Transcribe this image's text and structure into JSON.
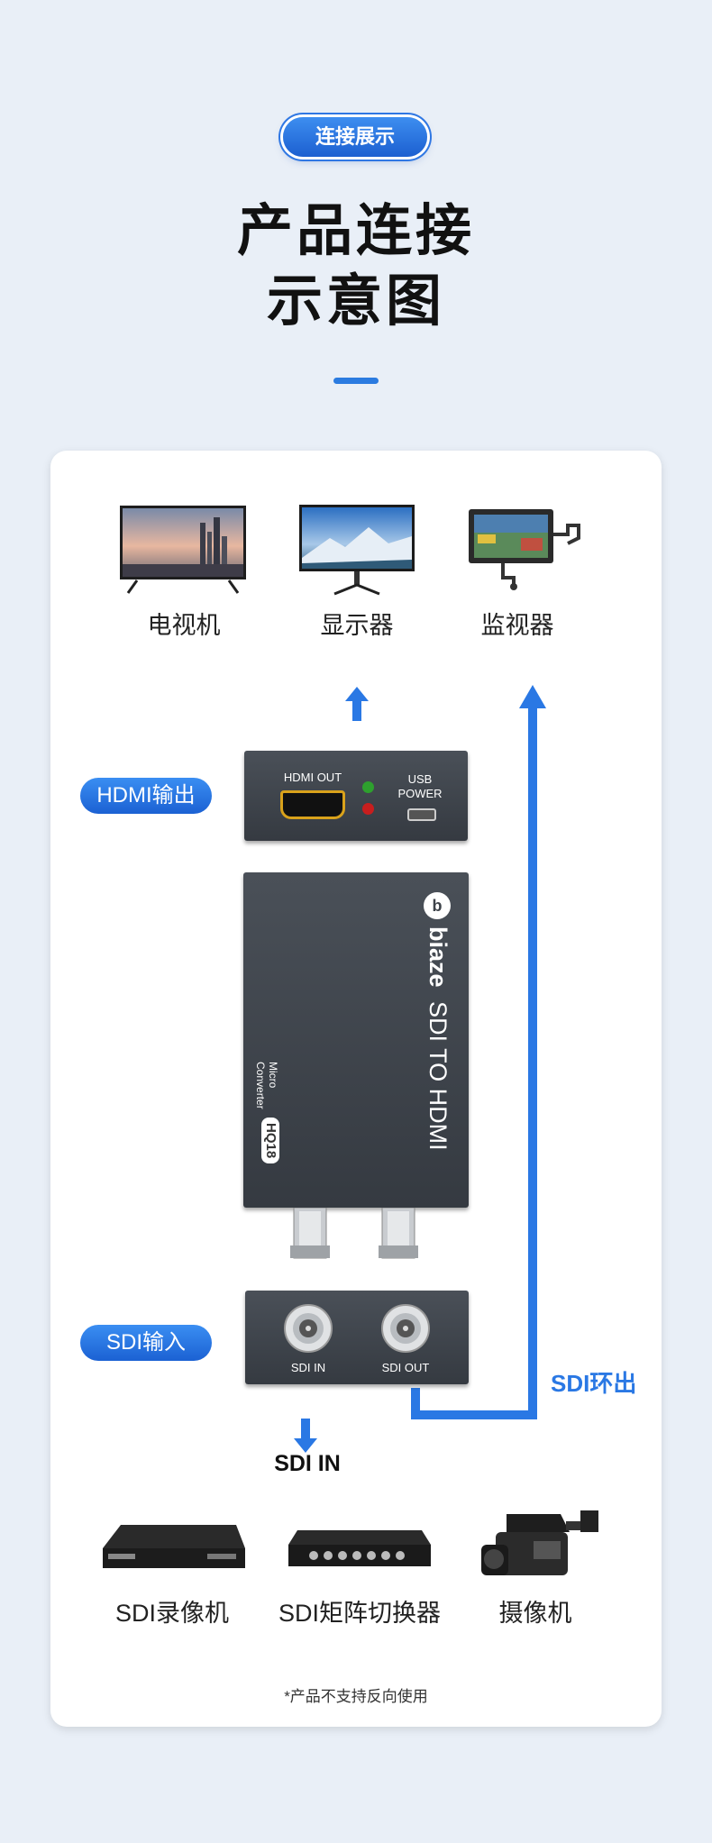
{
  "header": {
    "badge": "连接展示",
    "title_line1": "产品连接",
    "title_line2": "示意图"
  },
  "outputs": [
    {
      "label": "电视机",
      "icon": "tv-icon"
    },
    {
      "label": "显示器",
      "icon": "monitor-icon"
    },
    {
      "label": "监视器",
      "icon": "field-monitor-icon"
    }
  ],
  "hdmi_panel": {
    "side_label": "HDMI输出",
    "port_label": "HDMI OUT",
    "usb_label_1": "USB",
    "usb_label_2": "POWER"
  },
  "device": {
    "brand": "biaze",
    "name": "SDI TO HDMI",
    "type_line1": "Micro",
    "type_line2": "Converter",
    "model": "HQ18"
  },
  "sdi_panel": {
    "side_label": "SDI输入",
    "in_label": "SDI IN",
    "out_label": "SDI OUT",
    "loop_label": "SDI环出",
    "arrow_label": "SDI IN"
  },
  "inputs": [
    {
      "label": "SDI录像机",
      "icon": "dvr-icon"
    },
    {
      "label": "SDI矩阵切换器",
      "icon": "matrix-switcher-icon"
    },
    {
      "label": "摄像机",
      "icon": "camcorder-icon"
    }
  ],
  "footnote": "*产品不支持反向使用",
  "colors": {
    "accent": "#2a78e4",
    "device": "#3d4249",
    "background": "#e9eff7"
  }
}
